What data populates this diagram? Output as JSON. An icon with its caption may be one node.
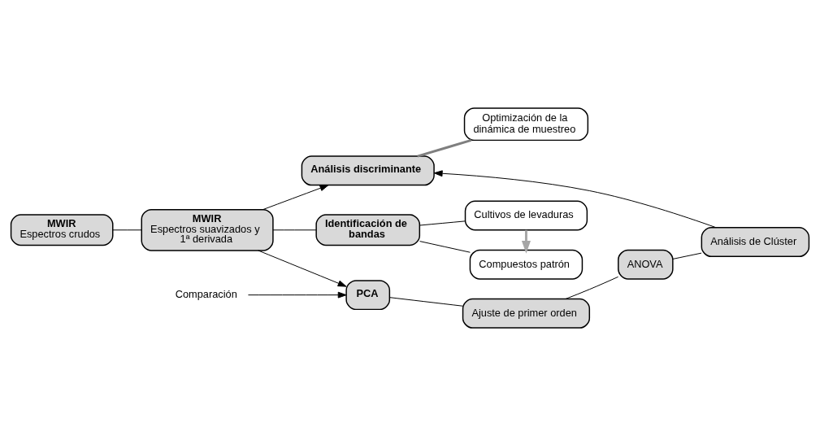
{
  "diagram": {
    "nodes": [
      {
        "text": [
          "MWIR",
          "Espectros crudos"
        ]
      },
      {
        "text": [
          "MWIR",
          "Espectros suavizados y 1ª derivada"
        ]
      },
      {
        "text": [
          "Identificación de bandas"
        ]
      },
      {
        "text": [
          "Compuestos patrón"
        ]
      },
      {
        "text": [
          "Cultivos de levaduras"
        ]
      },
      {
        "text": [
          "Comparación"
        ]
      },
      {
        "text": [
          "PCA"
        ]
      },
      {
        "text": [
          "Ajuste de primer orden"
        ]
      },
      {
        "text": [
          "ANOVA"
        ]
      },
      {
        "text": [
          "Análisis de Clúster"
        ]
      },
      {
        "text": [
          "Análisis discriminante"
        ]
      },
      {
        "text": [
          "Optimización de la dinámica de muestreo"
        ]
      }
    ],
    "edges": [
      {
        "from": 0,
        "to": 1,
        "arrow": "none"
      },
      {
        "from": 1,
        "to": 2,
        "arrow": "none"
      },
      {
        "from": 1,
        "to": 6,
        "arrow": "to"
      },
      {
        "from": 1,
        "to": 10,
        "arrow": "to"
      },
      {
        "from": 2,
        "to": 3,
        "arrow": "none"
      },
      {
        "from": 2,
        "to": 4,
        "arrow": "none"
      },
      {
        "from": 4,
        "to": 3,
        "arrow": "to",
        "style": "thick",
        "color": "#a6a6a6"
      },
      {
        "from": 5,
        "to": 6,
        "arrow": "to"
      },
      {
        "from": 6,
        "to": 7,
        "arrow": "none"
      },
      {
        "from": 7,
        "to": 8,
        "arrow": "none"
      },
      {
        "from": 8,
        "to": 9,
        "arrow": "none"
      },
      {
        "from": 9,
        "to": 10,
        "arrow": "to"
      },
      {
        "from": 10,
        "to": 11,
        "arrow": "none",
        "style": "thick",
        "color": "#7f7f7f"
      }
    ]
  }
}
